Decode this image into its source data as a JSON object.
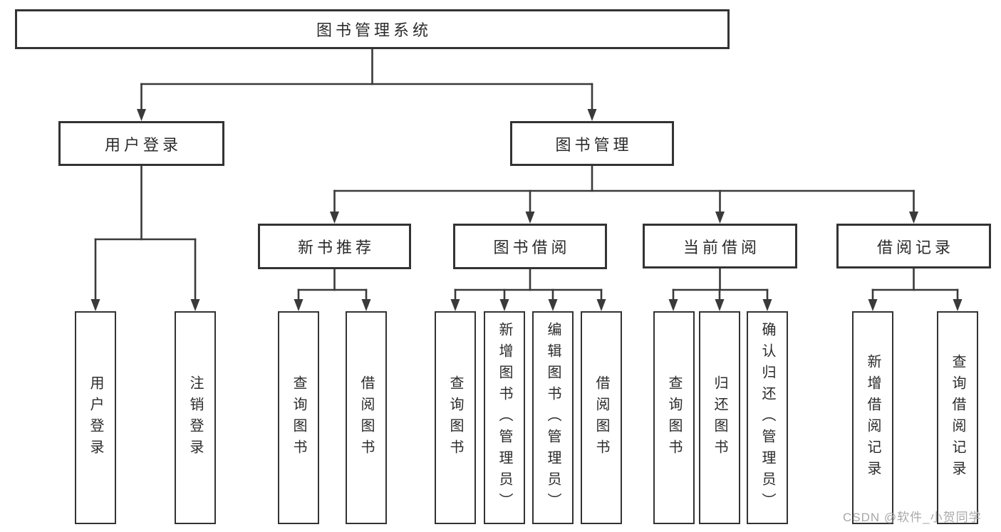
{
  "diagram": {
    "root": {
      "label": "图书管理系统"
    },
    "branches": [
      {
        "label": "用户登录",
        "children": [
          {
            "label": "用户登录"
          },
          {
            "label": "注销登录"
          }
        ]
      },
      {
        "label": "图书管理",
        "children": [
          {
            "label": "新书推荐",
            "children": [
              {
                "label": "查询图书"
              },
              {
                "label": "借阅图书"
              }
            ]
          },
          {
            "label": "图书借阅",
            "children": [
              {
                "label": "查询图书"
              },
              {
                "label": "新增图书（管理员）"
              },
              {
                "label": "编辑图书（管理员）"
              },
              {
                "label": "借阅图书"
              }
            ]
          },
          {
            "label": "当前借阅",
            "children": [
              {
                "label": "查询图书"
              },
              {
                "label": "归还图书"
              },
              {
                "label": "确认归还（管理员）"
              }
            ]
          },
          {
            "label": "借阅记录",
            "children": [
              {
                "label": "新增借阅记录"
              },
              {
                "label": "查询借阅记录"
              }
            ]
          }
        ]
      }
    ]
  },
  "watermark": {
    "text": "CSDN @软件_小贺同学"
  },
  "colors": {
    "background": "#ffffff",
    "line": "#3a3a3a",
    "box_border": "#333333",
    "text": "#2b2b2b",
    "watermark": "#a8a8a8"
  }
}
